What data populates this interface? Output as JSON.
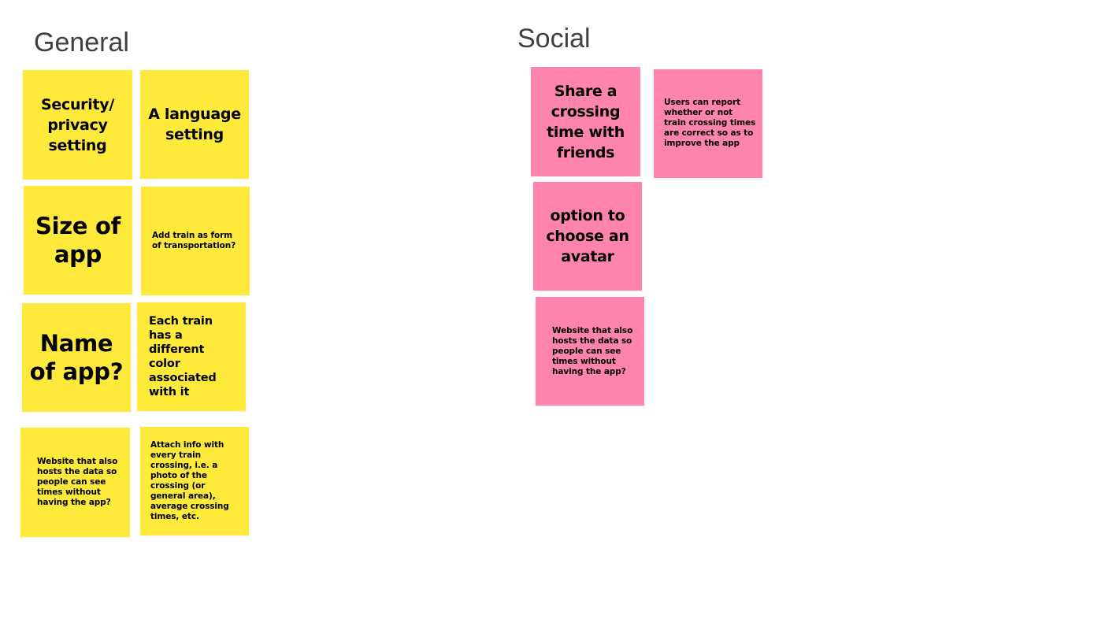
{
  "general": {
    "title": "General",
    "notes": [
      "Security/ privacy setting",
      "A language setting",
      "Size of app",
      "Add train as form of transportation?",
      "Name of app?",
      "Each train has a different color associated with it",
      "Website that also hosts the data so people can see times without having the app?",
      "Attach info with every train crossing, i.e. a photo of the crossing (or general area), average crossing times, etc."
    ]
  },
  "social": {
    "title": "Social",
    "notes": [
      "Share a crossing time with friends",
      "Users can report whether or not train crossing times are correct so as to improve the app",
      "option to choose an avatar",
      "Website that also hosts the data so people can see times without having the app?"
    ]
  },
  "colors": {
    "general_note": "#ffe93a",
    "social_note": "#ff84ad",
    "heading_text": "#3f3f3f"
  }
}
